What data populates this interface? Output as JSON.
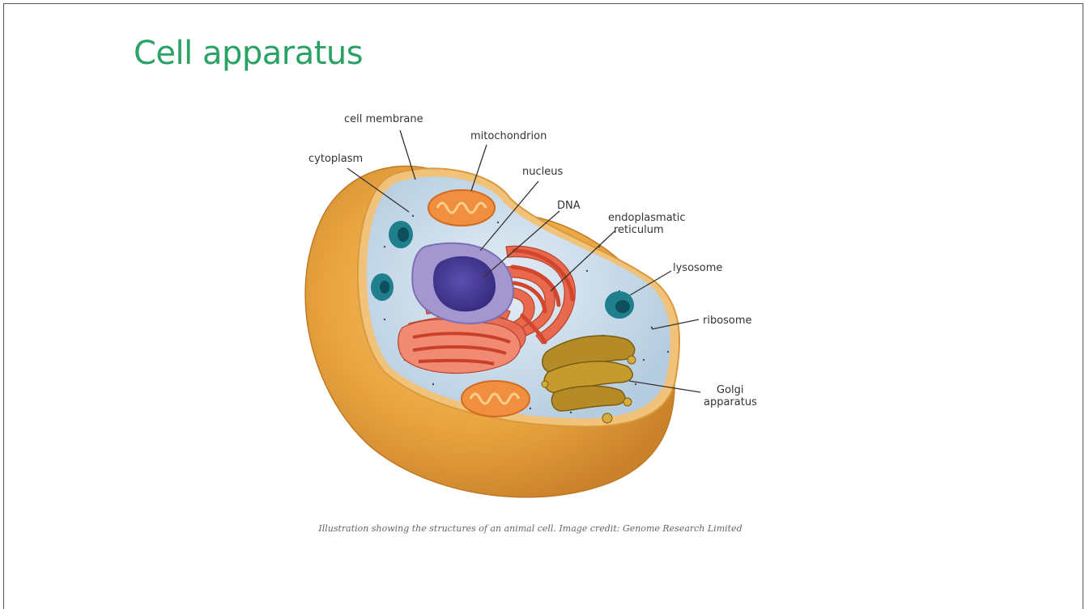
{
  "slide": {
    "title": "Cell apparatus",
    "caption": "Illustration showing the structures of an animal cell. Image credit: Genome Research Limited"
  },
  "labels": {
    "cell_membrane": "cell membrane",
    "mitochondrion": "mitochondrion",
    "cytoplasm": "cytoplasm",
    "nucleus": "nucleus",
    "dna": "DNA",
    "er_line1": "endoplasmatic",
    "er_line2": "reticulum",
    "lysosome": "lysosome",
    "ribosome": "ribosome",
    "golgi_line1": "Golgi",
    "golgi_line2": "apparatus"
  },
  "colors": {
    "title": "#2aa265",
    "cell_shell": "#e6a33e",
    "cytoplasm": "#c9dbe9",
    "nucleus_envelope": "#a79bd1",
    "nucleus_core": "#4b3f98",
    "er": "#e96a4f",
    "mitochondrion": "#f09a4a",
    "lysosome": "#1c7f8a",
    "golgi": "#b08a23"
  }
}
